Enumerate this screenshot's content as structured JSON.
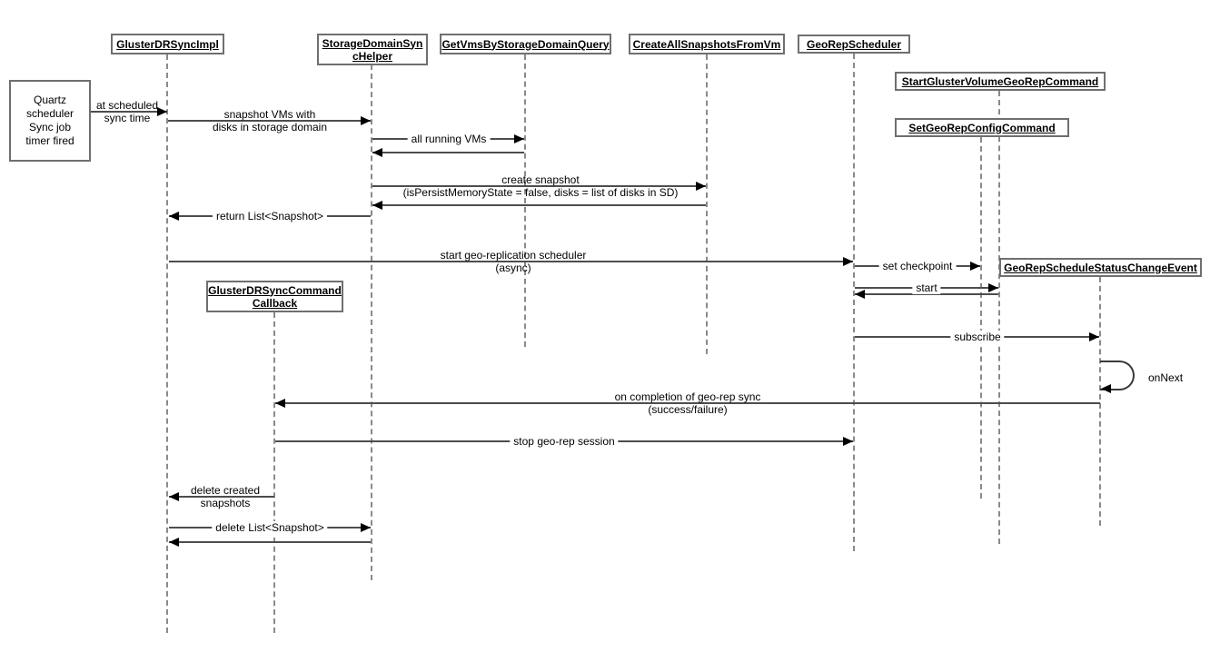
{
  "colors": {
    "background": "#ffffff",
    "message_line": "#4d4d4d",
    "lifeline": "#8a8a8a",
    "box_border": "#6f6f6f",
    "arrowhead": "#000000",
    "text": "#000000"
  },
  "note": {
    "label": "Quartz\nscheduler\nSync job\ntimer fired"
  },
  "participants": [
    {
      "id": "GlusterDRSyncImpl",
      "label": "GlusterDRSyncImpl"
    },
    {
      "id": "StorageDomainSyncHelper",
      "label": "StorageDomainSyn\ncHelper"
    },
    {
      "id": "GetVmsByStorageDomainQuery",
      "label": "GetVmsByStorageDomainQuery"
    },
    {
      "id": "CreateAllSnapshotsFromVm",
      "label": "CreateAllSnapshotsFromVm"
    },
    {
      "id": "GeoRepScheduler",
      "label": "GeoRepScheduler"
    },
    {
      "id": "StartGlusterVolumeGeoRepCommand",
      "label": "StartGlusterVolumeGeoRepCommand"
    },
    {
      "id": "SetGeoRepConfigCommand",
      "label": "SetGeoRepConfigCommand"
    },
    {
      "id": "GeoRepScheduleStatusChangeEvent",
      "label": "GeoRepScheduleStatusChangeEvent"
    },
    {
      "id": "GlusterDRSyncCommandCallback",
      "label": "GlusterDRSyncCommand\nCallback"
    }
  ],
  "messages": [
    {
      "from": "Quartz scheduler Sync job timer fired",
      "to": "GlusterDRSyncImpl",
      "label": "at scheduled\nsync time"
    },
    {
      "from": "GlusterDRSyncImpl",
      "to": "StorageDomainSyncHelper",
      "label": "snapshot VMs with\ndisks in storage domain"
    },
    {
      "from": "StorageDomainSyncHelper",
      "to": "GetVmsByStorageDomainQuery",
      "label": "all running VMs"
    },
    {
      "from": "GetVmsByStorageDomainQuery",
      "to": "StorageDomainSyncHelper",
      "label": "",
      "type": "return"
    },
    {
      "from": "StorageDomainSyncHelper",
      "to": "CreateAllSnapshotsFromVm",
      "label": "create snapshot\n(isPersistMemoryState = false, disks = list of disks in SD)"
    },
    {
      "from": "CreateAllSnapshotsFromVm",
      "to": "StorageDomainSyncHelper",
      "label": "",
      "type": "return"
    },
    {
      "from": "StorageDomainSyncHelper",
      "to": "GlusterDRSyncImpl",
      "label": "return List<Snapshot>"
    },
    {
      "from": "GlusterDRSyncImpl",
      "to": "GeoRepScheduler",
      "label": "start geo-replication scheduler\n(async)"
    },
    {
      "from": "GeoRepScheduler",
      "to": "SetGeoRepConfigCommand",
      "label": "set checkpoint"
    },
    {
      "from": "GeoRepScheduler",
      "to": "StartGlusterVolumeGeoRepCommand",
      "label": "start"
    },
    {
      "from": "StartGlusterVolumeGeoRepCommand",
      "to": "GeoRepScheduler",
      "label": "",
      "type": "return"
    },
    {
      "from": "GeoRepScheduler",
      "to": "GeoRepScheduleStatusChangeEvent",
      "label": "subscribe"
    },
    {
      "from": "GeoRepScheduleStatusChangeEvent",
      "to": "GlusterDRSyncCommandCallback",
      "label": "on completion of geo-rep sync\n(success/failure)"
    },
    {
      "from": "GlusterDRSyncCommandCallback",
      "to": "GeoRepScheduler",
      "label": "stop geo-rep session"
    },
    {
      "from": "GlusterDRSyncCommandCallback",
      "to": "GlusterDRSyncImpl",
      "label": "delete created\nsnapshots"
    },
    {
      "from": "GlusterDRSyncImpl",
      "to": "StorageDomainSyncHelper",
      "label": "delete List<Snapshot>"
    },
    {
      "from": "StorageDomainSyncHelper",
      "to": "GlusterDRSyncImpl",
      "label": "",
      "type": "return"
    }
  ],
  "self_message": {
    "participant": "GeoRepScheduleStatusChangeEvent",
    "label": "onNext"
  }
}
